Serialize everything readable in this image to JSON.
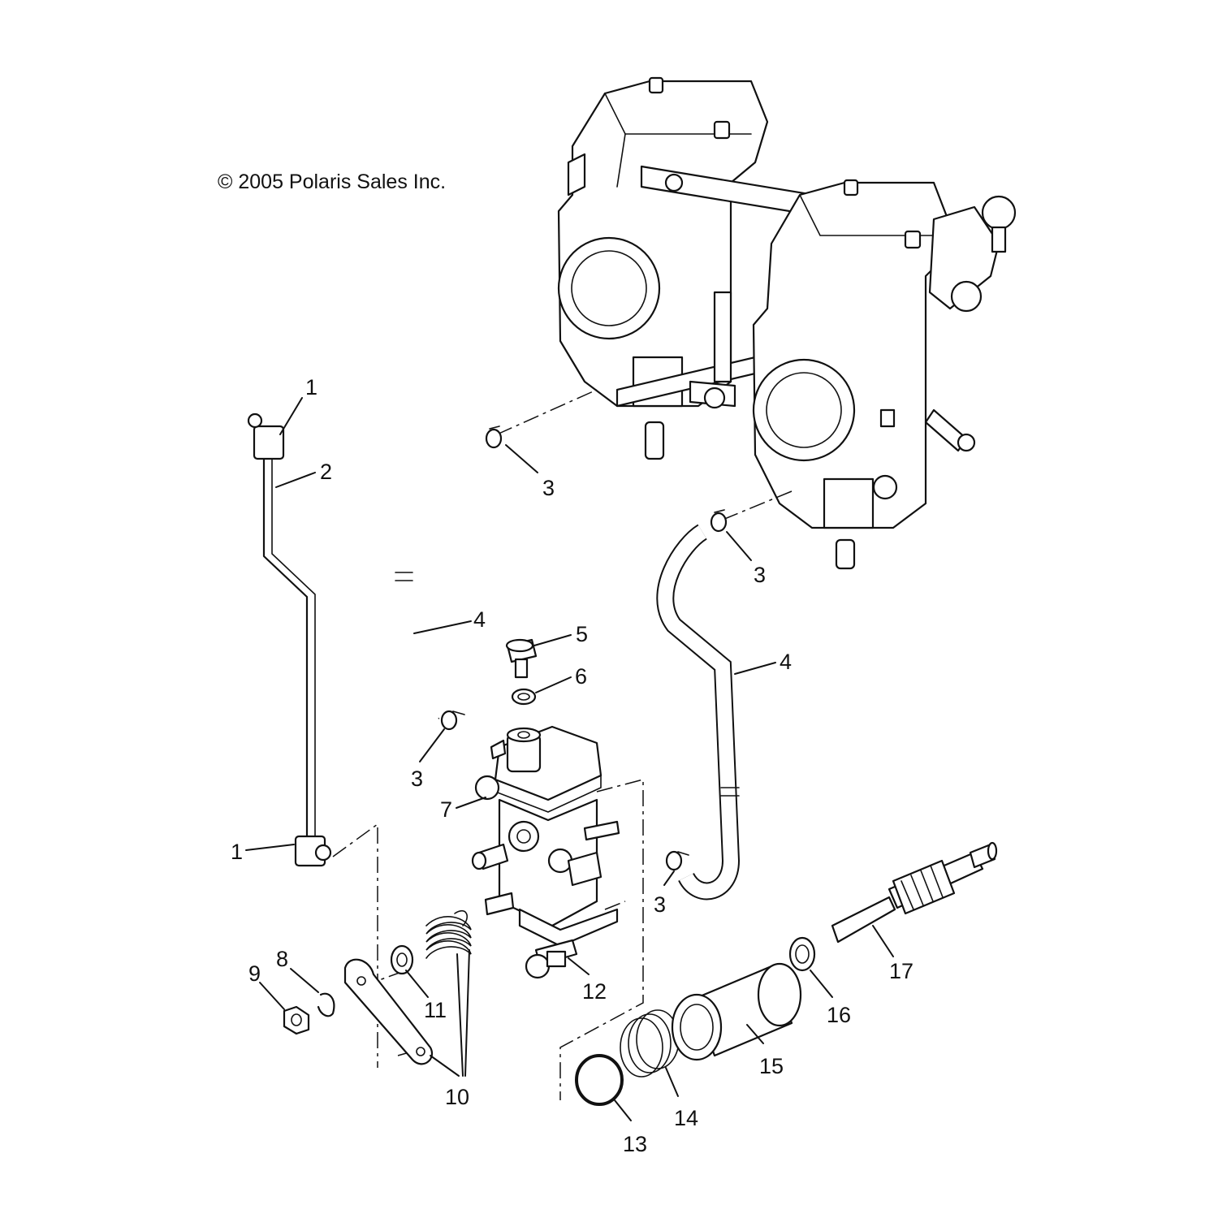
{
  "copyright": "© 2005 Polaris Sales Inc.",
  "callouts": [
    {
      "id": "c1a",
      "text": "1"
    },
    {
      "id": "c1b",
      "text": "1"
    },
    {
      "id": "c2",
      "text": "2"
    },
    {
      "id": "c3a",
      "text": "3"
    },
    {
      "id": "c3b",
      "text": "3"
    },
    {
      "id": "c3c",
      "text": "3"
    },
    {
      "id": "c3d",
      "text": "3"
    },
    {
      "id": "c4a",
      "text": "4"
    },
    {
      "id": "c4b",
      "text": "4"
    },
    {
      "id": "c5",
      "text": "5"
    },
    {
      "id": "c6",
      "text": "6"
    },
    {
      "id": "c7",
      "text": "7"
    },
    {
      "id": "c8",
      "text": "8"
    },
    {
      "id": "c9",
      "text": "9"
    },
    {
      "id": "c10",
      "text": "10"
    },
    {
      "id": "c11",
      "text": "11"
    },
    {
      "id": "c12",
      "text": "12"
    },
    {
      "id": "c13",
      "text": "13"
    },
    {
      "id": "c14",
      "text": "14"
    },
    {
      "id": "c15",
      "text": "15"
    },
    {
      "id": "c16",
      "text": "16"
    },
    {
      "id": "c17",
      "text": "17"
    }
  ]
}
